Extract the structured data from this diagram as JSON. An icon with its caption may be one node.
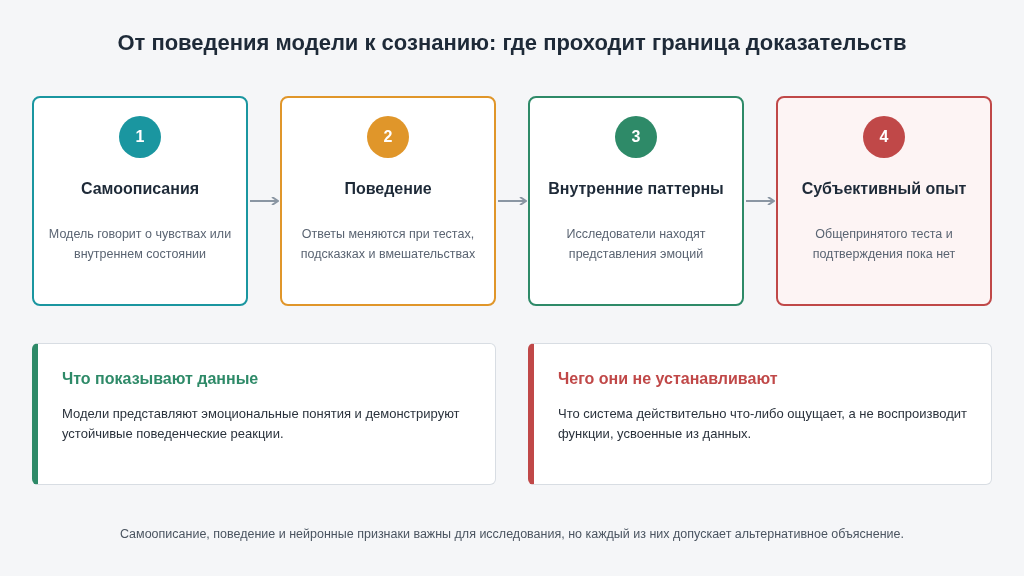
{
  "diagram": {
    "title": "От поведения модели к сознанию: где проходит граница доказательств",
    "nodes": [
      {
        "text": [
          "1",
          "Самоописания",
          "Модель говорит о чувствах или внутреннем состоянии"
        ]
      },
      {
        "text": [
          "2",
          "Поведение",
          "Ответы меняются при тестах, подсказках и вмешательствах"
        ]
      },
      {
        "text": [
          "3",
          "Внутренние паттерны",
          "Исследователи находят представления эмоций"
        ]
      },
      {
        "text": [
          "4",
          "Субъективный опыт",
          "Общепринятого теста и подтверждения пока нет"
        ]
      },
      {
        "text": [
          "Что показывают данные",
          "Модели представляют эмоциональные понятия и демонстрируют устойчивые поведенческие реакции."
        ]
      },
      {
        "text": [
          "Чего они не устанавливают",
          "Что система действительно что-либо ощущает, а не воспроизводит функции, усвоенные из данных."
        ]
      }
    ],
    "edges": [
      {
        "from": 0,
        "to": 1,
        "arrow": "to"
      },
      {
        "from": 1,
        "to": 2,
        "arrow": "to"
      },
      {
        "from": 2,
        "to": 3,
        "arrow": "to"
      }
    ],
    "caption": "Самоописание, поведение и нейронные признаки важны для исследования, но каждый из них допускает альтернативное объяснение."
  }
}
